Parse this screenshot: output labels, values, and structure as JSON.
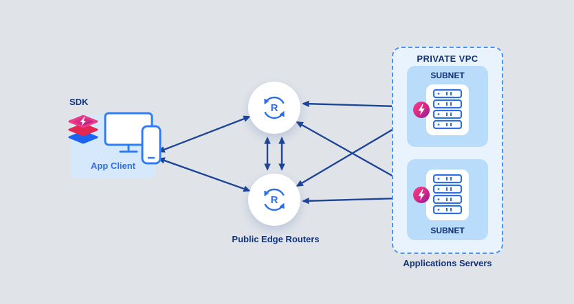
{
  "colors": {
    "background": "#e0e4e9",
    "arrow": "#1e4596",
    "client_box": "#d6e9fc",
    "subnet_fill": "#b9dcfb",
    "vpc_fill": "#e8f3fd",
    "vpc_border": "#4b93ee",
    "icon_blue": "#2f6fe4",
    "label_dark_blue": "#12327a",
    "label_bright_blue": "#2f6fe4",
    "badge_pink": "#f43f87",
    "badge_purple": "#7d1fa6",
    "sdk_layer_top": "#f43f8a",
    "sdk_layer_middle": "#e22852",
    "sdk_layer_bottom": "#1b63f0"
  },
  "client": {
    "sdk_label": "SDK",
    "label": "App Client"
  },
  "routers": {
    "letter": "R",
    "label": "Public Edge Routers"
  },
  "vpc": {
    "title": "PRIVATE VPC",
    "subnets": [
      {
        "label": "SUBNET"
      },
      {
        "label": "SUBNET"
      }
    ],
    "caption": "Applications Servers"
  },
  "connections": [
    {
      "from": "app-client",
      "to": "router-top",
      "bidirectional": true
    },
    {
      "from": "app-client",
      "to": "router-bottom",
      "bidirectional": true
    },
    {
      "from": "router-top",
      "to": "router-bottom",
      "bidirectional": true
    },
    {
      "from": "router-bottom",
      "to": "router-top",
      "bidirectional": true
    },
    {
      "from": "subnet-top-server",
      "to": "router-top",
      "bidirectional": false
    },
    {
      "from": "subnet-top-server",
      "to": "router-bottom",
      "bidirectional": false
    },
    {
      "from": "subnet-bottom-server",
      "to": "router-top",
      "bidirectional": false
    },
    {
      "from": "subnet-bottom-server",
      "to": "router-bottom",
      "bidirectional": false
    }
  ],
  "icons": {
    "sdk": "sdk-layers-bolt-icon",
    "client_desktop": "desktop-monitor-icon",
    "client_phone": "smartphone-icon",
    "router": "circular-router-icon",
    "server": "server-rack-icon",
    "badge": "lightning-bolt-badge-icon"
  }
}
